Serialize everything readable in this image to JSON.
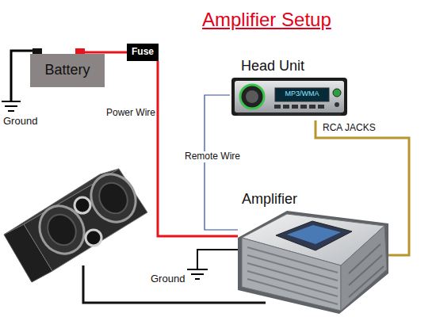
{
  "diagram": {
    "title": "Amplifier Setup",
    "nodes": [
      {
        "text": [
          "Battery"
        ]
      },
      {
        "text": [
          "Fuse"
        ]
      },
      {
        "text": [
          "Head Unit"
        ]
      },
      {
        "text": [
          "Amplifier"
        ]
      }
    ],
    "edges": [
      {
        "from": 0,
        "to": 1,
        "arrow": "none"
      },
      {
        "from": 1,
        "to": 3,
        "arrow": "none",
        "label": "Power Wire"
      },
      {
        "from": 2,
        "to": 3,
        "arrow": "none",
        "label": "Remote Wire"
      },
      {
        "from": 2,
        "to": 3,
        "arrow": "none",
        "label": "RCA JACKS"
      }
    ],
    "labels": [
      "Ground",
      "Ground",
      "MP3/WMA"
    ]
  }
}
